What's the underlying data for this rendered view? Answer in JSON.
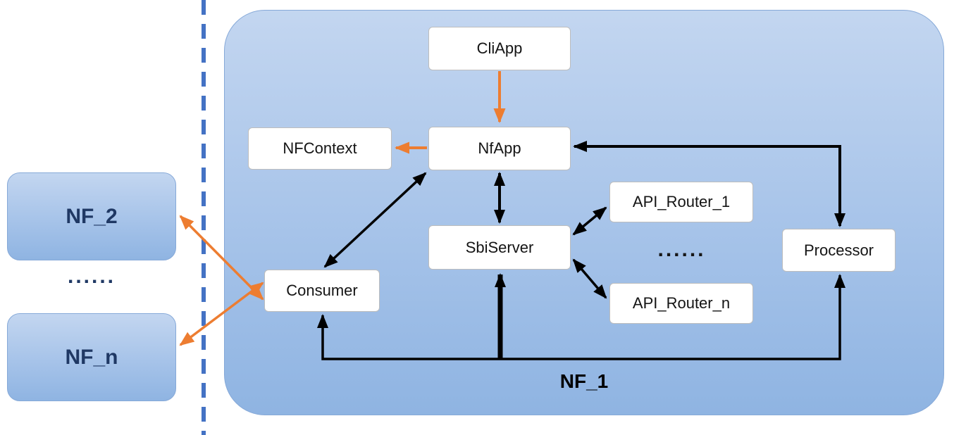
{
  "diagram": {
    "boundary": {
      "type": "dashed-vertical-line"
    },
    "outer": {
      "nf2_label": "NF_2",
      "nfn_label": "NF_n",
      "dots": "......"
    },
    "container": {
      "label": "NF_1"
    },
    "inner_nodes": {
      "cliapp": "CliApp",
      "nfcontext": "NFContext",
      "nfapp": "NfApp",
      "sbiserver": "SbiServer",
      "api_router_1": "API_Router_1",
      "api_router_n": "API_Router_n",
      "processor": "Processor",
      "consumer": "Consumer",
      "router_dots": "......"
    },
    "colors": {
      "container_fill_top": "#c3d6f0",
      "container_fill_bottom": "#8fb4e2",
      "node_fill": "#ffffff",
      "node_border": "#bdbdbd",
      "arrow_orange": "#ED7D31",
      "arrow_black": "#000000",
      "dashed_line": "#4472C4",
      "outer_label_color": "#1F3864"
    }
  }
}
